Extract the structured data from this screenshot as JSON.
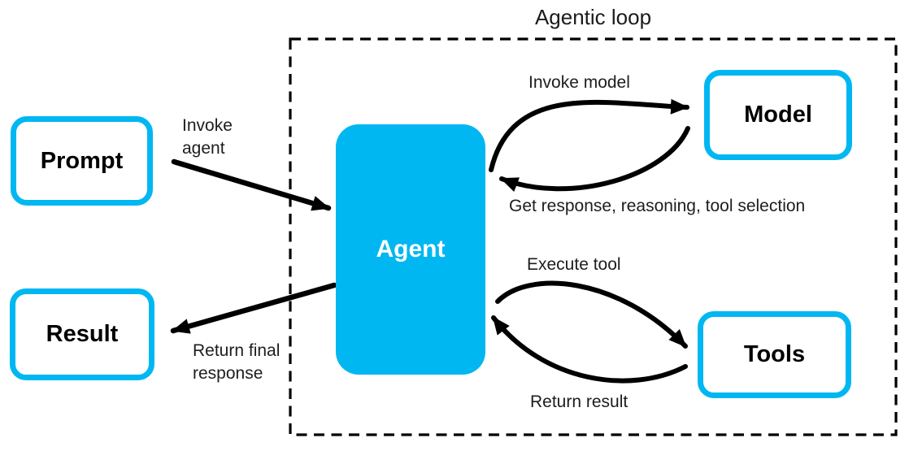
{
  "title": "Agentic loop",
  "colors": {
    "accent": "#00B7F1",
    "line": "#000000",
    "label_text": "#1D1D1D",
    "agent_text": "#FFFFFF"
  },
  "nodes": {
    "prompt": {
      "label": "Prompt"
    },
    "agent": {
      "label": "Agent"
    },
    "model": {
      "label": "Model"
    },
    "tools": {
      "label": "Tools"
    },
    "result": {
      "label": "Result"
    }
  },
  "edges": {
    "invoke_agent": {
      "label": "Invoke agent"
    },
    "invoke_model": {
      "label": "Invoke model"
    },
    "get_response": {
      "label": "Get response, reasoning, tool selection"
    },
    "execute_tool": {
      "label": "Execute tool"
    },
    "return_result": {
      "label": "Return result"
    },
    "return_final_response": {
      "label": "Return final response"
    }
  }
}
